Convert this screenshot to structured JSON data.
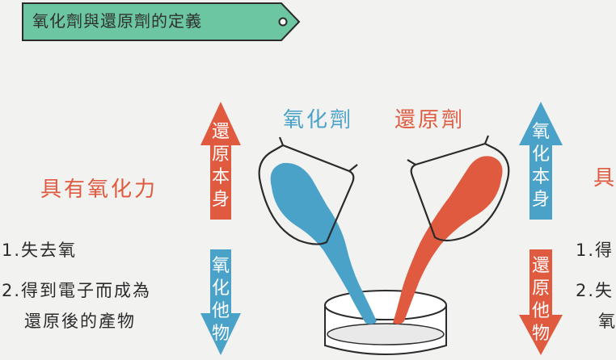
{
  "title_tag": "氧化劑與還原劑的定義",
  "beaker_labels": {
    "oxidant": "氧化劑",
    "reductant": "還原劑"
  },
  "left": {
    "heading": "具有氧化力",
    "item_1": "1.失去氧",
    "item_2_line1": "2.得到電子而成為",
    "item_2_line2": "還原後的產物",
    "arrow_up": [
      "還",
      "原",
      "本",
      "身"
    ],
    "arrow_down": [
      "氧",
      "化",
      "他",
      "物"
    ]
  },
  "right": {
    "heading_partial": "具",
    "item_1_partial": "1.得",
    "item_2_partial": "2.失",
    "item_2b_partial": "氧",
    "arrow_up": [
      "氧",
      "化",
      "本",
      "身"
    ],
    "arrow_down": [
      "還",
      "原",
      "他",
      "物"
    ]
  },
  "colors": {
    "blue": "#4aa2c9",
    "red": "#e05a3f",
    "tag": "#6cc6a2"
  }
}
